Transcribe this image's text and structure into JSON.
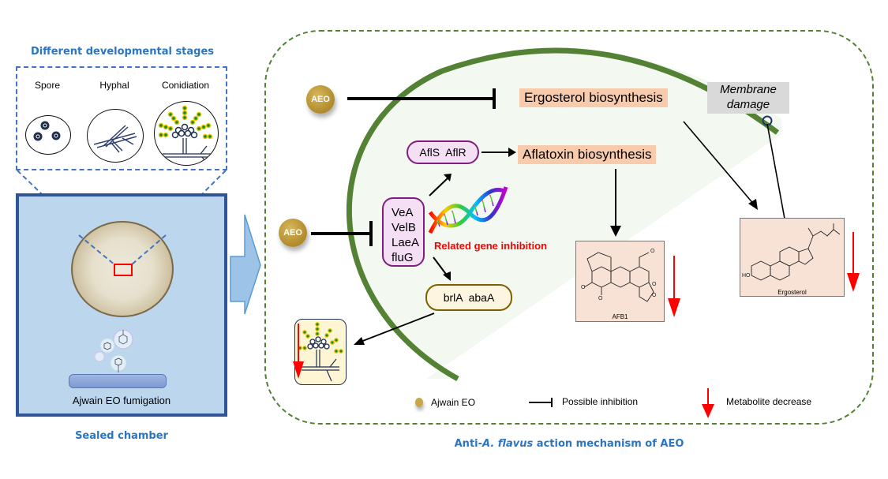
{
  "left_panel": {
    "stages_title": "Different developmental stages",
    "stages": [
      {
        "label": "Spore",
        "icon": "spore-icon"
      },
      {
        "label": "Hyphal",
        "icon": "hyphae-icon"
      },
      {
        "label": "Conidiation",
        "icon": "conidiophore-icon"
      }
    ],
    "fumigation_label": "Ajwain EO fumigation",
    "chamber_title": "Sealed chamber"
  },
  "mechanism": {
    "title_prefix": "Anti-",
    "title_italic": "A. flavus",
    "title_suffix": " action mechanism of AEO",
    "aeo_badge_top": "AEO",
    "aeo_badge_mid": "AEO",
    "ergosterol_biosynthesis": "Ergosterol biosynthesis",
    "aflatoxin_biosynthesis": "Aflatoxin biosynthesis",
    "membrane_damage_line1": "Membrane",
    "membrane_damage_line2": "damage",
    "regulators_pill": "AflS  AflR",
    "genes": [
      "VeA",
      "VelB",
      "LaeA",
      "fluG"
    ],
    "conidiation_genes": "brlA  abaA",
    "gene_inhibition_label": "Related gene inhibition",
    "afb1_label": "AFB1",
    "ergosterol_label": "Ergosterol"
  },
  "legend": {
    "ajwain_eo": "Ajwain EO",
    "possible_inhibition": "Possible inhibition",
    "metabolite_decrease": "Metabolite decrease"
  },
  "colors": {
    "title_blue": "#2b75c2",
    "membrane_green": "#548235",
    "chamber_fill": "#bcd6ee",
    "chamber_border": "#2f5597",
    "peach": "#f8cbad",
    "decrease_red": "#ff0000",
    "aeo_gold": "#b08a2b"
  }
}
